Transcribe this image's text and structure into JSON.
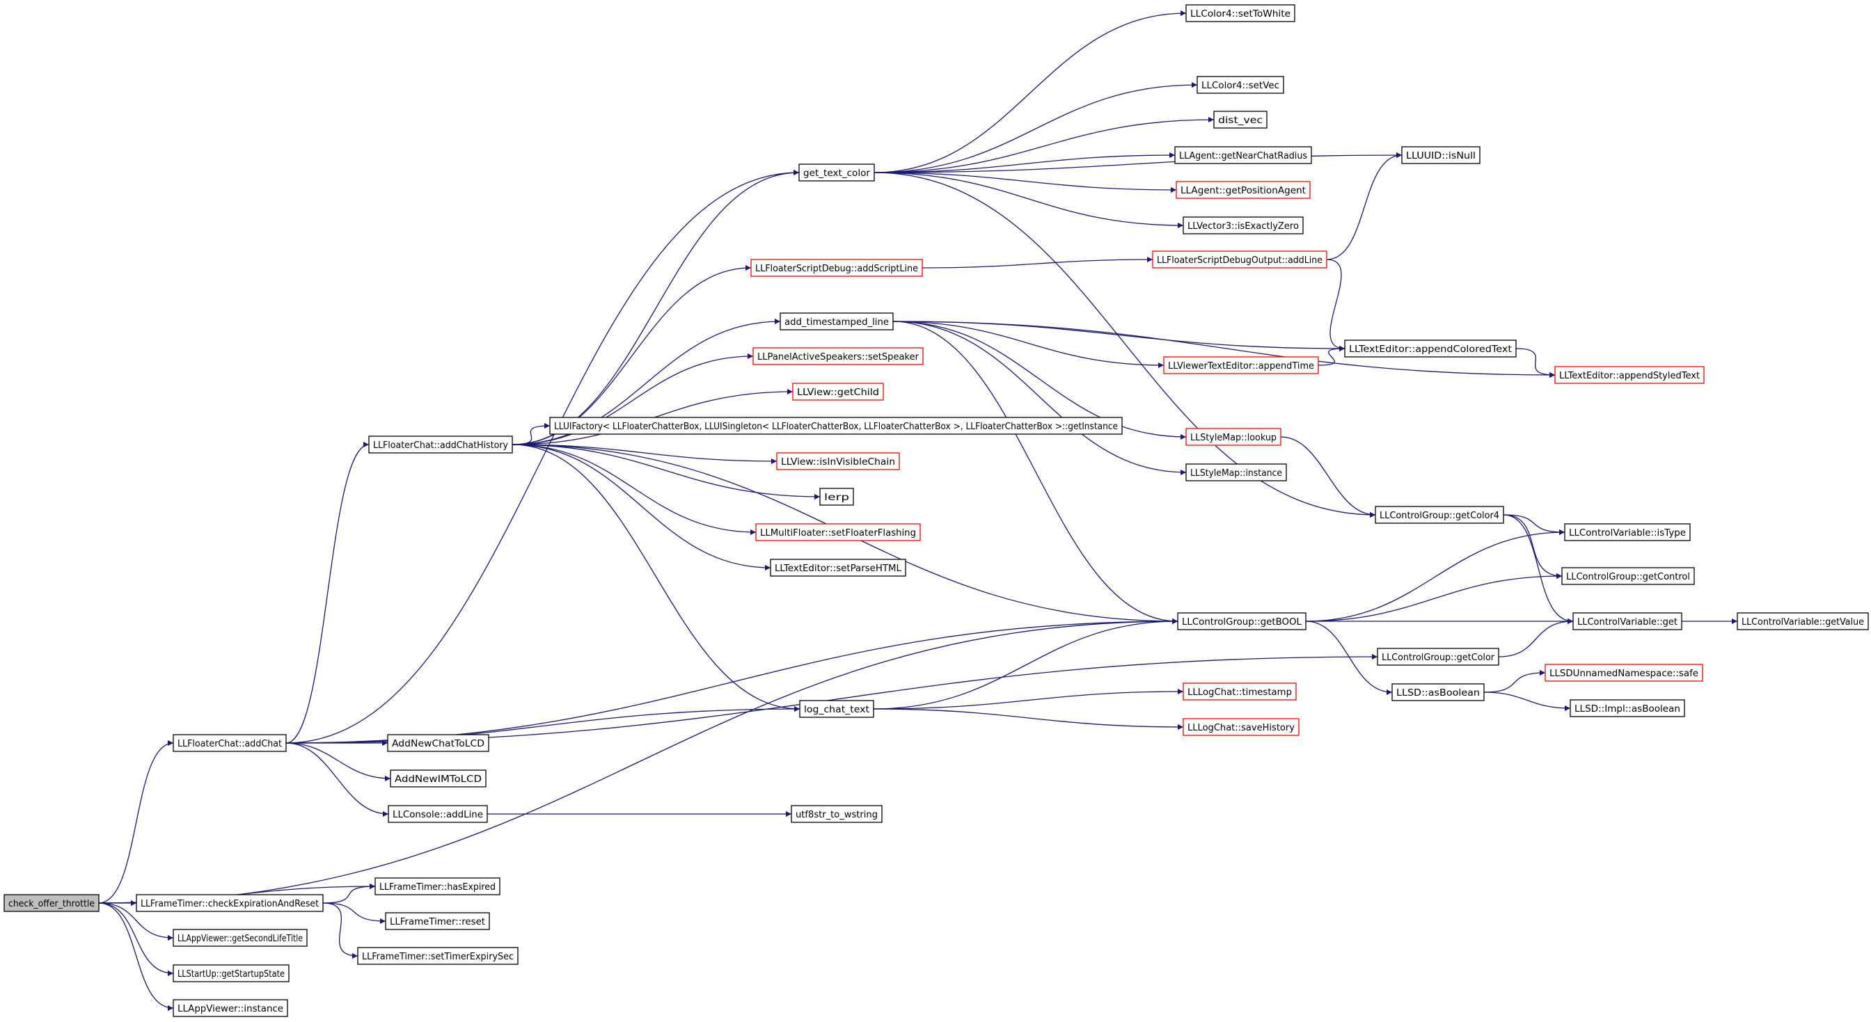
{
  "colors": {
    "edge": "#191970",
    "node_border": "#000000",
    "truncated_border": "#ff0000",
    "root_fill": "#bfbfbf",
    "background": "#ffffff"
  },
  "nodes": {
    "root": {
      "label": "check_offer_throttle",
      "kind": "root"
    },
    "addChat": {
      "label": "LLFloaterChat::addChat",
      "kind": "normal"
    },
    "checkExp": {
      "label": "LLFrameTimer::checkExpirationAndReset",
      "kind": "normal"
    },
    "getSecondLifeTitle": {
      "label": "LLAppViewer::getSecondLifeTitle",
      "kind": "normal"
    },
    "getStartupState": {
      "label": "LLStartUp::getStartupState",
      "kind": "normal"
    },
    "appInstance": {
      "label": "LLAppViewer::instance",
      "kind": "normal"
    },
    "hasExpired": {
      "label": "LLFrameTimer::hasExpired",
      "kind": "normal"
    },
    "ftReset": {
      "label": "LLFrameTimer::reset",
      "kind": "normal"
    },
    "setTimerExpiry": {
      "label": "LLFrameTimer::setTimerExpirySec",
      "kind": "normal"
    },
    "addChatHistory": {
      "label": "LLFloaterChat::addChatHistory",
      "kind": "normal"
    },
    "addNewChatToLCD": {
      "label": "AddNewChatToLCD",
      "kind": "normal"
    },
    "addNewIMToLCD": {
      "label": "AddNewIMToLCD",
      "kind": "normal"
    },
    "consoleAddLine": {
      "label": "LLConsole::addLine",
      "kind": "normal"
    },
    "utf8str": {
      "label": "utf8str_to_wstring",
      "kind": "normal"
    },
    "logChatText": {
      "label": "log_chat_text",
      "kind": "normal"
    },
    "getTextColor": {
      "label": "get_text_color",
      "kind": "normal"
    },
    "addScriptLine": {
      "label": "LLFloaterScriptDebug::addScriptLine",
      "kind": "truncated"
    },
    "addTimestamped": {
      "label": "add_timestamped_line",
      "kind": "normal"
    },
    "setSpeaker": {
      "label": "LLPanelActiveSpeakers::setSpeaker",
      "kind": "truncated"
    },
    "getChild": {
      "label": "LLView::getChild",
      "kind": "truncated"
    },
    "uiFactory": {
      "label": "LLUIFactory< LLFloaterChatterBox, LLUISingleton< LLFloaterChatterBox, LLFloaterChatterBox >, LLFloaterChatterBox >::getInstance",
      "kind": "normal"
    },
    "isInVisibleChain": {
      "label": "LLView::isInVisibleChain",
      "kind": "truncated"
    },
    "lerp": {
      "label": "lerp",
      "kind": "normal"
    },
    "setFloaterFlashing": {
      "label": "LLMultiFloater::setFloaterFlashing",
      "kind": "truncated"
    },
    "setParseHTML": {
      "label": "LLTextEditor::setParseHTML",
      "kind": "normal"
    },
    "getBOOL": {
      "label": "LLControlGroup::getBOOL",
      "kind": "normal"
    },
    "setToWhite": {
      "label": "LLColor4::setToWhite",
      "kind": "normal"
    },
    "setVec": {
      "label": "LLColor4::setVec",
      "kind": "normal"
    },
    "distVec": {
      "label": "dist_vec",
      "kind": "normal"
    },
    "getNearChatRadius": {
      "label": "LLAgent::getNearChatRadius",
      "kind": "normal"
    },
    "getPositionAgent": {
      "label": "LLAgent::getPositionAgent",
      "kind": "truncated"
    },
    "isExactlyZero": {
      "label": "LLVector3::isExactlyZero",
      "kind": "normal"
    },
    "debugOutputAddLine": {
      "label": "LLFloaterScriptDebugOutput::addLine",
      "kind": "truncated"
    },
    "isNull": {
      "label": "LLUUID::isNull",
      "kind": "normal"
    },
    "appendTime": {
      "label": "LLViewerTextEditor::appendTime",
      "kind": "truncated"
    },
    "appendColoredText": {
      "label": "LLTextEditor::appendColoredText",
      "kind": "normal"
    },
    "appendStyledText": {
      "label": "LLTextEditor::appendStyledText",
      "kind": "truncated"
    },
    "styleLookup": {
      "label": "LLStyleMap::lookup",
      "kind": "truncated"
    },
    "styleInstance": {
      "label": "LLStyleMap::instance",
      "kind": "normal"
    },
    "getColor4": {
      "label": "LLControlGroup::getColor4",
      "kind": "normal"
    },
    "isType": {
      "label": "LLControlVariable::isType",
      "kind": "normal"
    },
    "getControl": {
      "label": "LLControlGroup::getControl",
      "kind": "normal"
    },
    "cvGet": {
      "label": "LLControlVariable::get",
      "kind": "normal"
    },
    "getValue": {
      "label": "LLControlVariable::getValue",
      "kind": "normal"
    },
    "getColor": {
      "label": "LLControlGroup::getColor",
      "kind": "normal"
    },
    "asBoolean": {
      "label": "LLSD::asBoolean",
      "kind": "normal"
    },
    "safe": {
      "label": "LLSDUnnamedNamespace::safe",
      "kind": "truncated"
    },
    "implAsBoolean": {
      "label": "LLSD::Impl::asBoolean",
      "kind": "normal"
    },
    "timestamp": {
      "label": "LLLogChat::timestamp",
      "kind": "truncated"
    },
    "saveHistory": {
      "label": "LLLogChat::saveHistory",
      "kind": "truncated"
    }
  },
  "edges": [
    [
      "root",
      "addChat"
    ],
    [
      "root",
      "checkExp"
    ],
    [
      "root",
      "getSecondLifeTitle"
    ],
    [
      "root",
      "getStartupState"
    ],
    [
      "root",
      "appInstance"
    ],
    [
      "root",
      "hasExpired"
    ],
    [
      "root",
      "getBOOL"
    ],
    [
      "checkExp",
      "hasExpired"
    ],
    [
      "checkExp",
      "ftReset"
    ],
    [
      "checkExp",
      "setTimerExpiry"
    ],
    [
      "addChat",
      "addChatHistory"
    ],
    [
      "addChat",
      "getTextColor"
    ],
    [
      "addChat",
      "getBOOL"
    ],
    [
      "addChat",
      "logChatText"
    ],
    [
      "addChat",
      "addNewChatToLCD"
    ],
    [
      "addChat",
      "addNewIMToLCD"
    ],
    [
      "addChat",
      "consoleAddLine"
    ],
    [
      "addChat",
      "getColor"
    ],
    [
      "consoleAddLine",
      "utf8str"
    ],
    [
      "addChatHistory",
      "getTextColor"
    ],
    [
      "addChatHistory",
      "addScriptLine"
    ],
    [
      "addChatHistory",
      "addTimestamped"
    ],
    [
      "addChatHistory",
      "setSpeaker"
    ],
    [
      "addChatHistory",
      "getChild"
    ],
    [
      "addChatHistory",
      "uiFactory"
    ],
    [
      "addChatHistory",
      "isInVisibleChain"
    ],
    [
      "addChatHistory",
      "lerp"
    ],
    [
      "addChatHistory",
      "setFloaterFlashing"
    ],
    [
      "addChatHistory",
      "setParseHTML"
    ],
    [
      "addChatHistory",
      "getBOOL"
    ],
    [
      "addChatHistory",
      "logChatText"
    ],
    [
      "getTextColor",
      "setToWhite"
    ],
    [
      "getTextColor",
      "isNull"
    ],
    [
      "getTextColor",
      "setVec"
    ],
    [
      "getTextColor",
      "distVec"
    ],
    [
      "getTextColor",
      "getNearChatRadius"
    ],
    [
      "getTextColor",
      "getPositionAgent"
    ],
    [
      "getTextColor",
      "isExactlyZero"
    ],
    [
      "getTextColor",
      "getColor4"
    ],
    [
      "addScriptLine",
      "debugOutputAddLine"
    ],
    [
      "debugOutputAddLine",
      "isNull"
    ],
    [
      "debugOutputAddLine",
      "appendColoredText"
    ],
    [
      "addTimestamped",
      "appendColoredText"
    ],
    [
      "addTimestamped",
      "appendTime"
    ],
    [
      "addTimestamped",
      "appendStyledText"
    ],
    [
      "addTimestamped",
      "styleLookup"
    ],
    [
      "addTimestamped",
      "styleInstance"
    ],
    [
      "addTimestamped",
      "getBOOL"
    ],
    [
      "appendTime",
      "appendColoredText"
    ],
    [
      "appendColoredText",
      "appendStyledText"
    ],
    [
      "styleLookup",
      "getColor4"
    ],
    [
      "getColor4",
      "isType"
    ],
    [
      "getColor4",
      "getControl"
    ],
    [
      "getColor4",
      "cvGet"
    ],
    [
      "getBOOL",
      "isType"
    ],
    [
      "getBOOL",
      "getControl"
    ],
    [
      "getBOOL",
      "cvGet"
    ],
    [
      "getBOOL",
      "asBoolean"
    ],
    [
      "getColor",
      "cvGet"
    ],
    [
      "cvGet",
      "getValue"
    ],
    [
      "asBoolean",
      "safe"
    ],
    [
      "asBoolean",
      "implAsBoolean"
    ],
    [
      "logChatText",
      "getBOOL"
    ],
    [
      "logChatText",
      "timestamp"
    ],
    [
      "logChatText",
      "saveHistory"
    ]
  ]
}
